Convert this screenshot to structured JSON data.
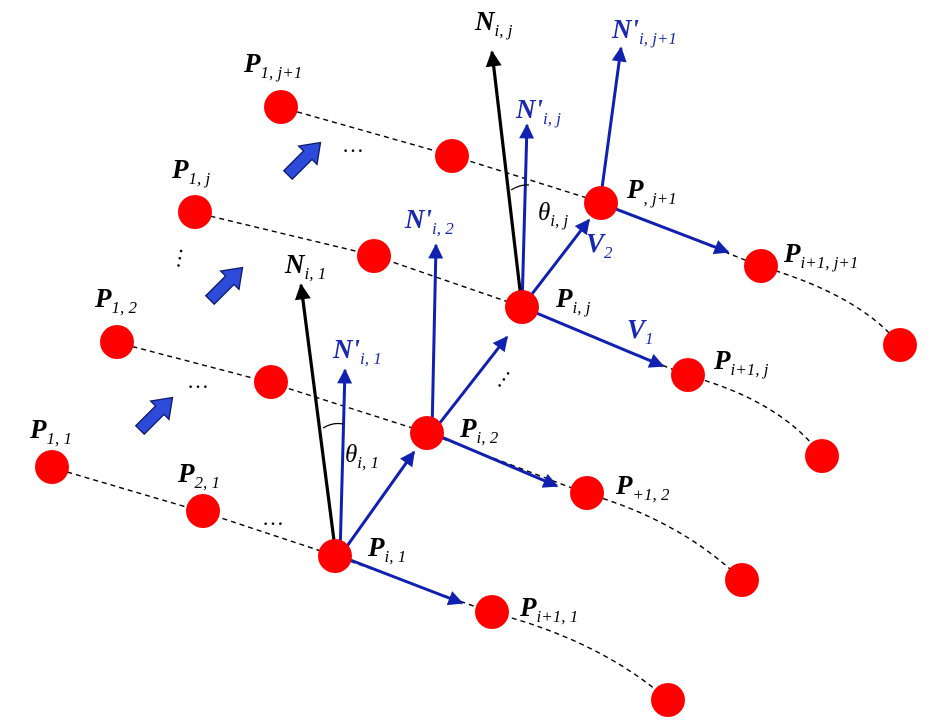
{
  "labels": {
    "p11": {
      "base": "P",
      "sub": "1, 1"
    },
    "p21": {
      "base": "P",
      "sub": "2, 1"
    },
    "p12": {
      "base": "P",
      "sub": "1, 2"
    },
    "p1j": {
      "base": "P",
      "sub": "1, j"
    },
    "p1j1": {
      "base": "P",
      "sub": "1, j+1"
    },
    "pi1": {
      "base": "P",
      "sub": "i, 1"
    },
    "pi2": {
      "base": "P",
      "sub": "i, 2"
    },
    "pij": {
      "base": "P",
      "sub": "i, j"
    },
    "pij1": {
      "base": "P",
      "sub": ", j+1"
    },
    "pi11": {
      "base": "P",
      "sub": "i+1, 1"
    },
    "pi12": {
      "base": "P",
      "sub": "+1, 2"
    },
    "pi1j": {
      "base": "P",
      "sub": "i+1, j"
    },
    "pi1j1": {
      "base": "P",
      "sub": "i+1, j+1"
    },
    "ni1": {
      "base": "N",
      "sub": "i, 1"
    },
    "nij": {
      "base": "N",
      "sub": "i, j"
    },
    "npi1": {
      "base": "N'",
      "sub": "i, 1"
    },
    "npi2": {
      "base": "N'",
      "sub": "i, 2"
    },
    "npij": {
      "base": "N'",
      "sub": "i, j"
    },
    "npij1": {
      "base": "N'",
      "sub": "i, j+1"
    },
    "v1": {
      "base": "V",
      "sub": "1"
    },
    "v2": {
      "base": "V",
      "sub": "2"
    },
    "thetai1": {
      "base": "θ",
      "sub": "i, 1"
    },
    "thetaij": {
      "base": "θ",
      "sub": "i, j"
    }
  },
  "ellipsis": "…",
  "colors": {
    "point": "#ff0000",
    "vector_blue": "#1020b0",
    "normal_black": "#000000",
    "flow_arrow": "#2d4bd8"
  }
}
